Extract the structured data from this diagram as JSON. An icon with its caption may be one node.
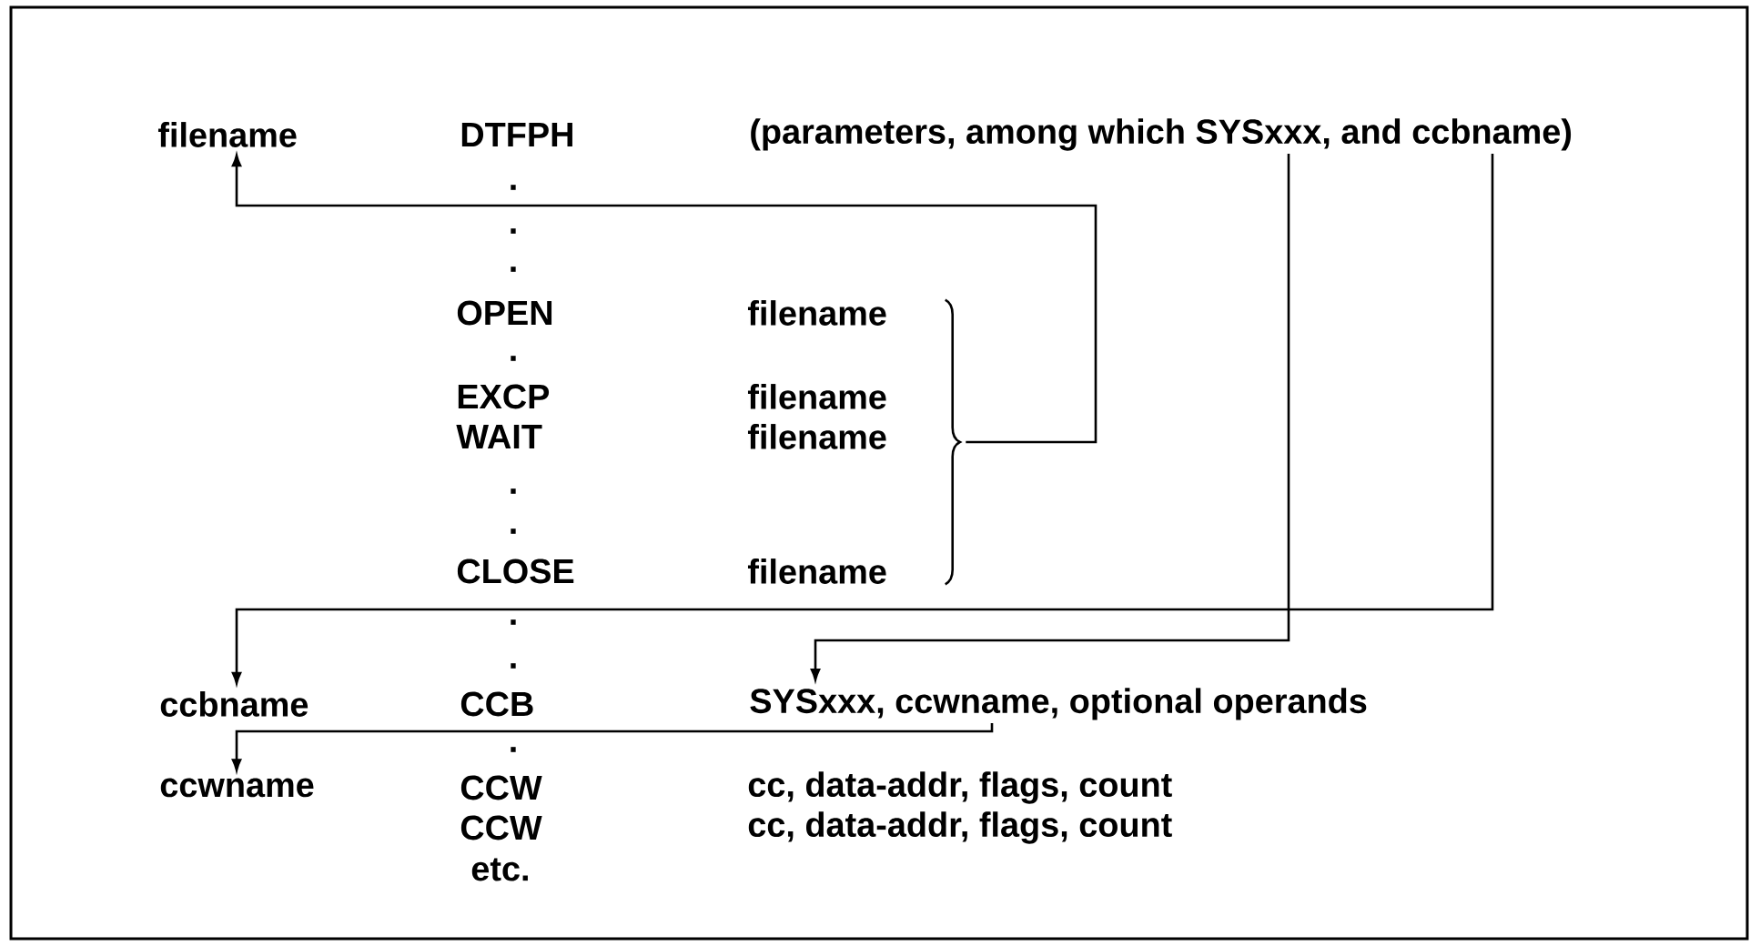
{
  "diagram": {
    "nodes": [
      {
        "text": [
          "filename"
        ]
      },
      {
        "text": [
          "(parameters, among which SYSxxx, and ccbname)"
        ]
      },
      {
        "text": [],
        "shape": "brace"
      },
      {
        "text": [
          "ccbname"
        ]
      },
      {
        "text": [
          "SYSxxx, ccwname, optional operands"
        ]
      },
      {
        "text": [
          "ccwname"
        ]
      }
    ],
    "edges": [
      {
        "from": 2,
        "to": 0,
        "arrow": "to"
      },
      {
        "from": 1,
        "to": 4,
        "arrow": "to"
      },
      {
        "from": 1,
        "to": 3,
        "arrow": "to"
      },
      {
        "from": 4,
        "to": 5,
        "arrow": "to"
      }
    ],
    "labels": [
      "DTFPH",
      ".",
      ".",
      ".",
      "OPEN",
      "filename",
      ".",
      "EXCP",
      "filename",
      "WAIT",
      "filename",
      ".",
      ".",
      "CLOSE",
      "filename",
      ".",
      ".",
      "CCB",
      ".",
      "CCW",
      "cc, data-addr, flags, count",
      "CCW",
      "cc, data-addr, flags, count",
      "etc."
    ]
  }
}
